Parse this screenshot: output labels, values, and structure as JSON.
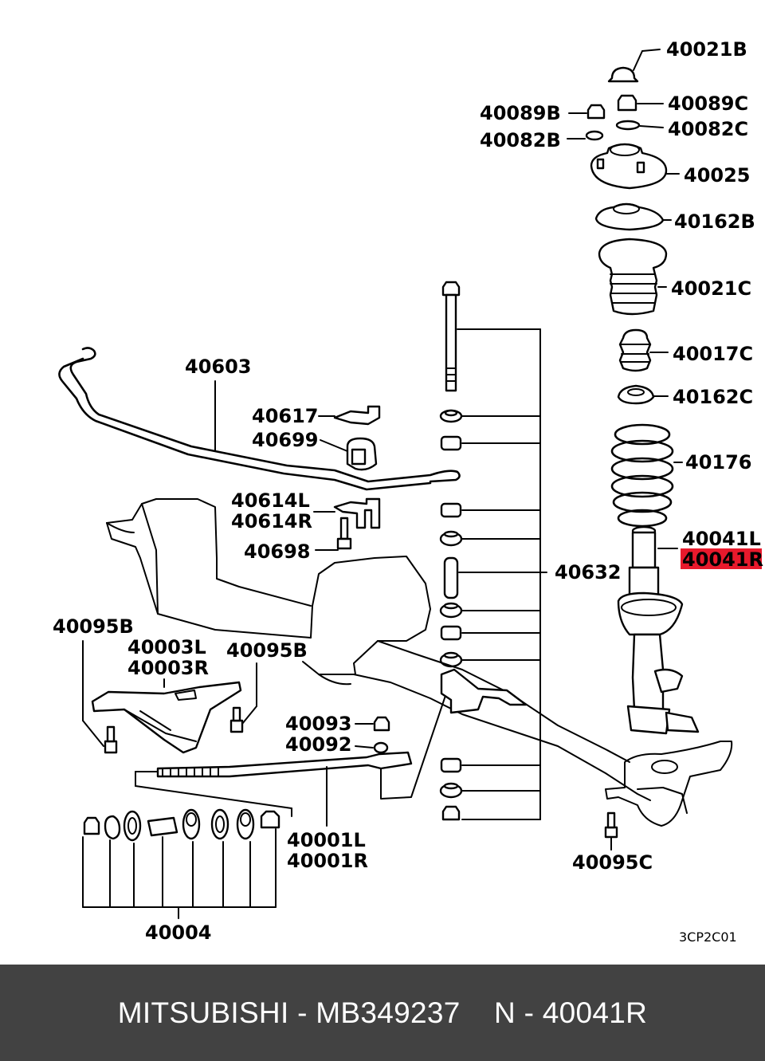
{
  "labels": {
    "l40021B": "40021B",
    "l40089C": "40089C",
    "l40089B": "40089B",
    "l40082C": "40082C",
    "l40082B": "40082B",
    "l40025": "40025",
    "l40162B": "40162B",
    "l40021C": "40021C",
    "l40017C": "40017C",
    "l40162C": "40162C",
    "l40176": "40176",
    "l40041L": "40041L",
    "l40041R": "40041R",
    "l40603": "40603",
    "l40617": "40617",
    "l40699": "40699",
    "l40614L": "40614L",
    "l40614R": "40614R",
    "l40698": "40698",
    "l40632": "40632",
    "l40095B_left": "40095B",
    "l40003L": "40003L",
    "l40003R": "40003R",
    "l40095B_right": "40095B",
    "l40093": "40093",
    "l40092": "40092",
    "l40001L": "40001L",
    "l40001R": "40001R",
    "l40004": "40004",
    "l40095C": "40095C"
  },
  "diagram_code": "3CP2C01",
  "highlight_color": "#e8192c",
  "footer": {
    "text": "MITSUBISHI - MB349237    N - 40041R",
    "background": "#424242"
  }
}
